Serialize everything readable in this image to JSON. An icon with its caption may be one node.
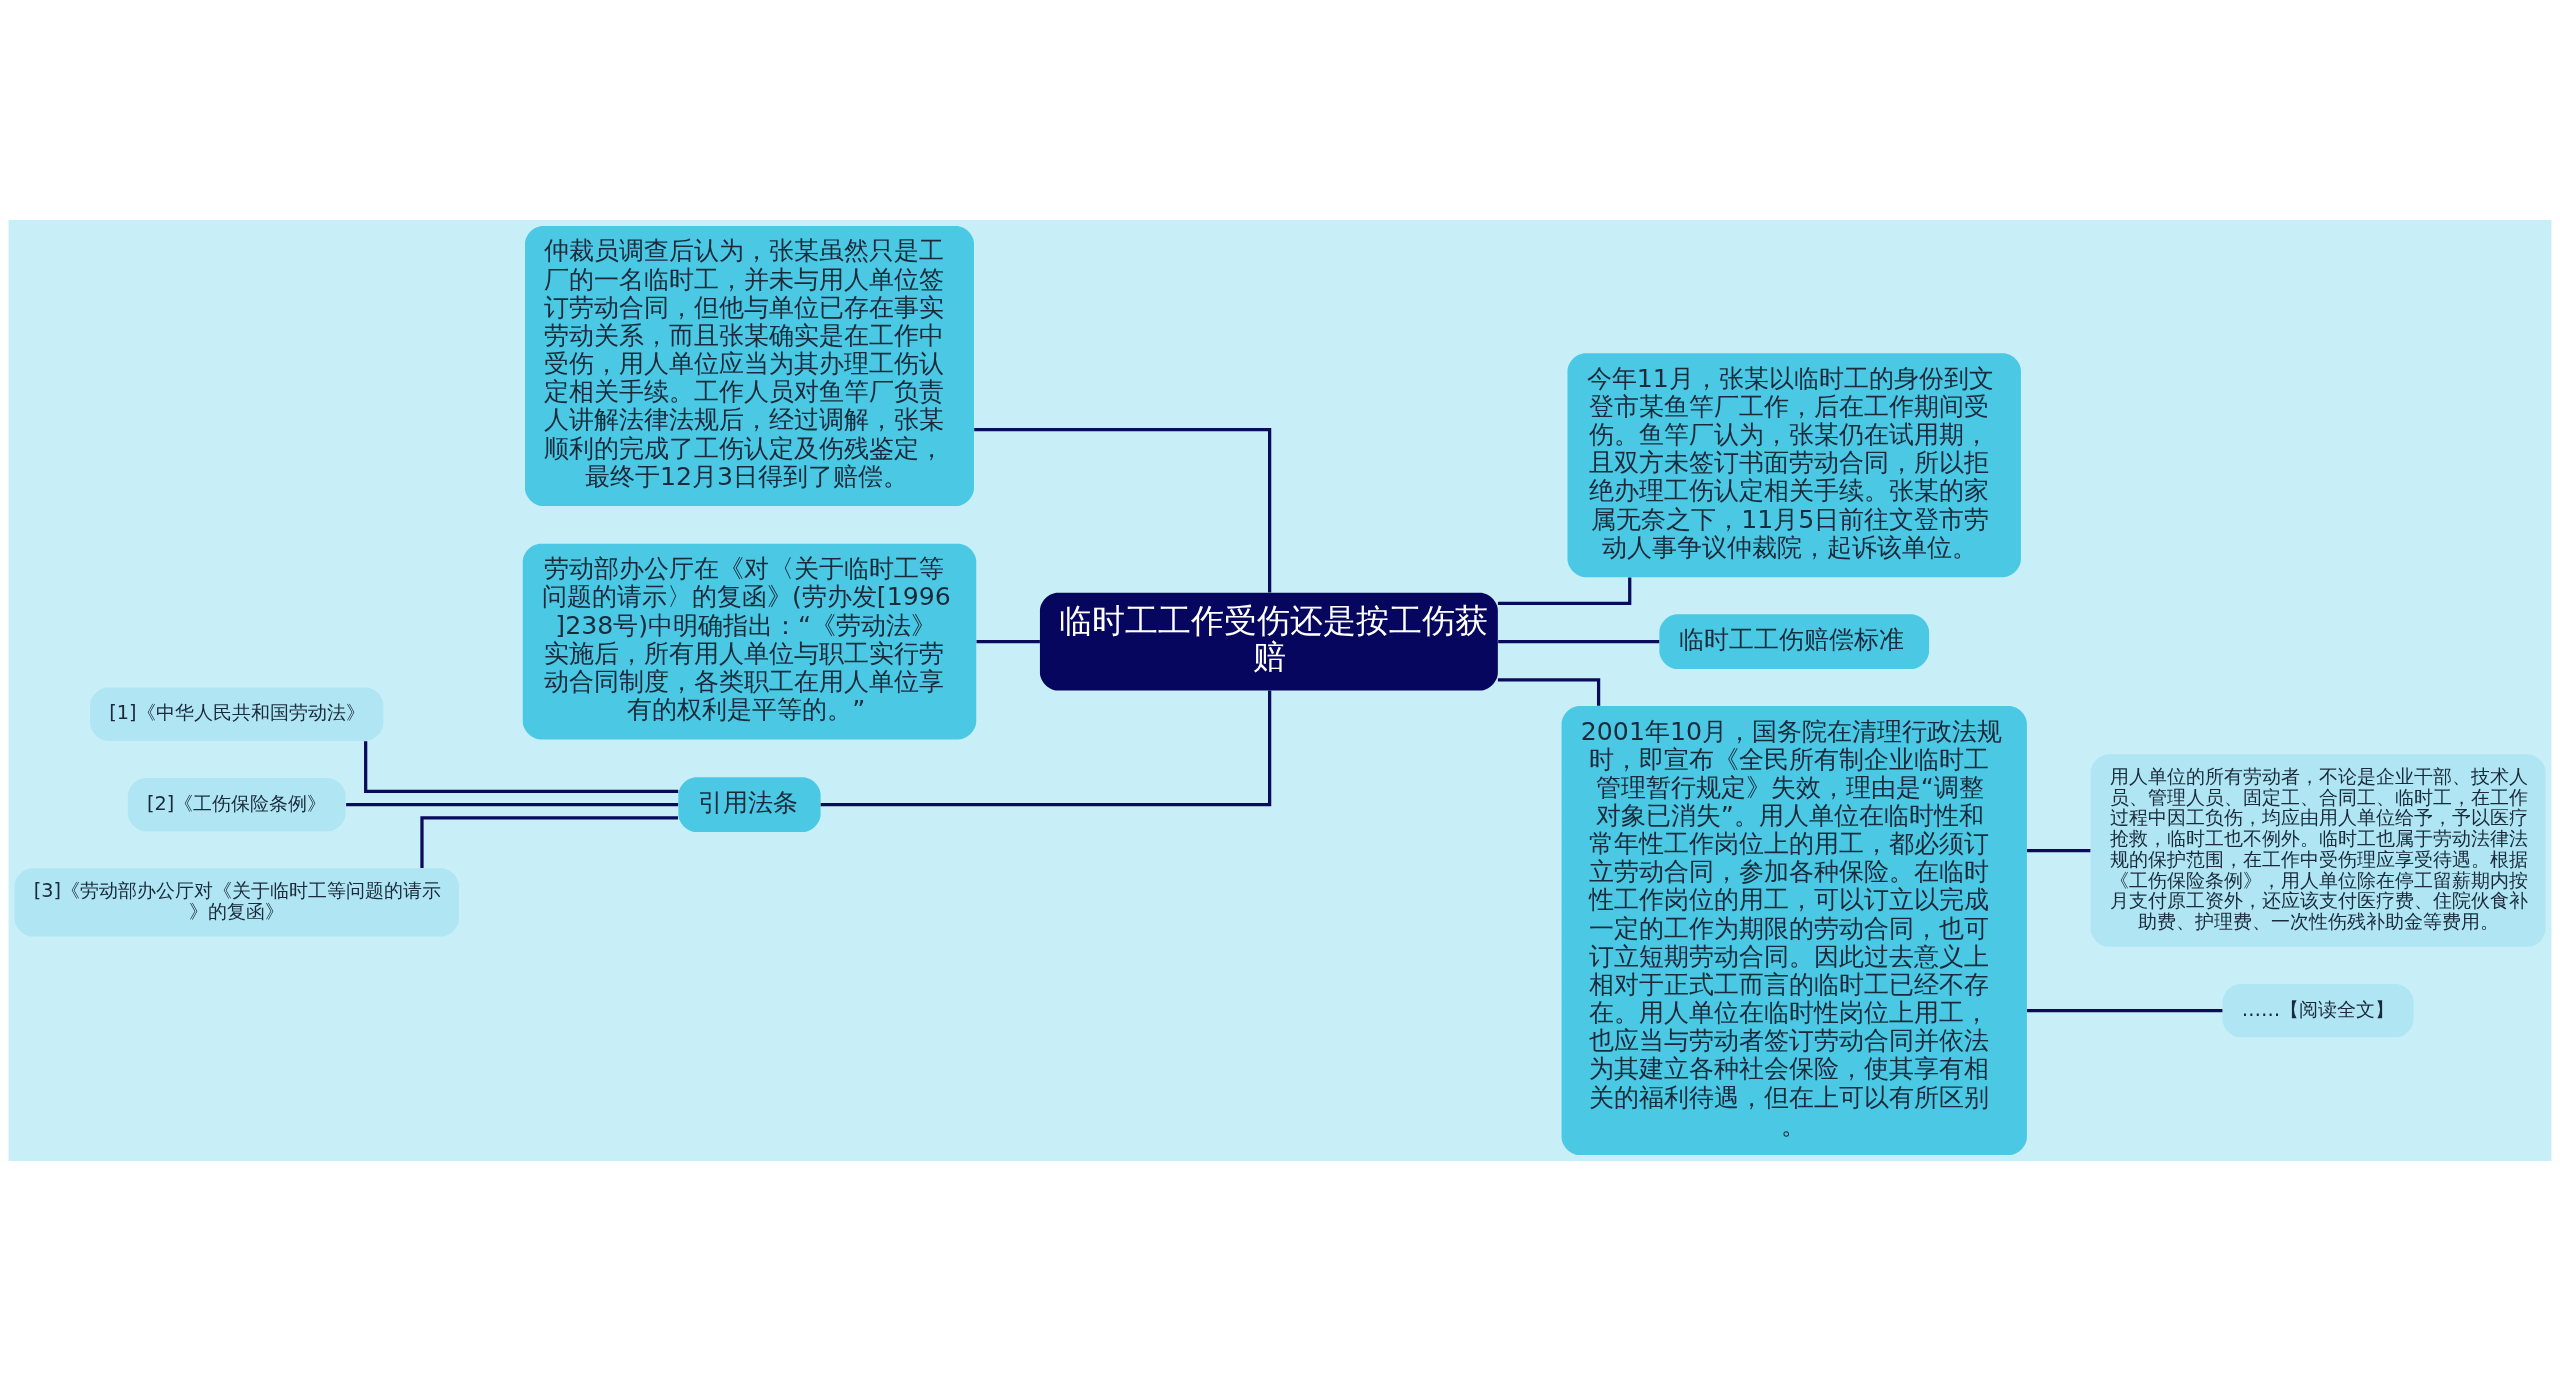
{
  "diagram": {
    "nodes": [
      {
        "text": [
          "临时工工作受伤还是按工伤获赔"
        ]
      },
      {
        "text": [
          "仲裁员调查后认为，张某虽然只是工厂的一名临时工，并未与用人单位签订劳动合同，但他与单位已存在事实劳动关系，而且张某确实是在工作中受伤，用人单位应当为其办理工伤认定相关手续。工作人员对鱼竿厂负责人讲解法律法规后，经过调解，张某顺利的完成了工伤认定及伤残鉴定，最终于12月3日得到了赔偿。"
        ]
      },
      {
        "text": [
          "劳动部办公厅在《对〈关于临时工等问题的请示〉的复函》(劳办发[1996]238号)中明确指出：“《劳动法》实施后，所有用人单位与职工实行劳动合同制度，各类职工在用人单位享有的权利是平等的。”"
        ]
      },
      {
        "text": [
          "引用法条"
        ]
      },
      {
        "text": [
          "[1]《中华人民共和国劳动法》"
        ]
      },
      {
        "text": [
          "[2]《工伤保险条例》"
        ]
      },
      {
        "text": [
          "[3]《劳动部办公厅对《关于临时工等问题的请示》的复函》"
        ]
      },
      {
        "text": [
          "今年11月，张某以临时工的身份到文登市某鱼竿厂工作，后在工作期间受伤。鱼竿厂认为，张某仍在试用期，且双方未签订书面劳动合同，所以拒绝办理工伤认定相关手续。张某的家属无奈之下，11月5日前往文登市劳动人事争议仲裁院，起诉该单位。"
        ]
      },
      {
        "text": [
          "临时工工伤赔偿标准"
        ]
      },
      {
        "text": [
          "2001年10月，国务院在清理行政法规时，即宣布《全民所有制企业临时工管理暂行规定》失效，理由是“调整对象已消失”。用人单位在临时性和常年性工作岗位上的用工，都必须订立劳动合同，参加各种保险。在临时性工作岗位的用工，可以订立以完成一定的工作为期限的劳动合同，也可订立短期劳动合同。因此过去意义上相对于正式工而言的临时工已经不存在。用人单位在临时性岗位上用工，也应当与劳动者签订劳动合同并依法为其建立各种社会保险，使其享有相关的福利待遇，但在上可以有所区别。"
        ]
      },
      {
        "text": [
          "用人单位的所有劳动者，不论是企业干部、技术人员、管理人员、固定工、合同工、临时工，在工作过程中因工负伤，均应由用人单位给予，予以医疗抢救，临时工也不例外。临时工也属于劳动法律法规的保护范围，在工作中受伤理应享受待遇。根据《工伤保险条例》，用人单位除在停工留薪期内按月支付原工资外，还应该支付医疗费、住院伙食补助费、护理费、一次性伤残补助金等费用。"
        ]
      },
      {
        "text": [
          "……【阅读全文】"
        ]
      }
    ],
    "edges": [
      {
        "from": 1,
        "to": 0,
        "arrow": "none"
      },
      {
        "from": 2,
        "to": 0,
        "arrow": "none"
      },
      {
        "from": 3,
        "to": 0,
        "arrow": "none"
      },
      {
        "from": 4,
        "to": 3,
        "arrow": "none"
      },
      {
        "from": 5,
        "to": 3,
        "arrow": "none"
      },
      {
        "from": 6,
        "to": 3,
        "arrow": "none"
      },
      {
        "from": 0,
        "to": 7,
        "arrow": "none"
      },
      {
        "from": 0,
        "to": 8,
        "arrow": "none"
      },
      {
        "from": 0,
        "to": 9,
        "arrow": "none"
      },
      {
        "from": 9,
        "to": 10,
        "arrow": "none"
      },
      {
        "from": 9,
        "to": 11,
        "arrow": "none"
      }
    ]
  }
}
